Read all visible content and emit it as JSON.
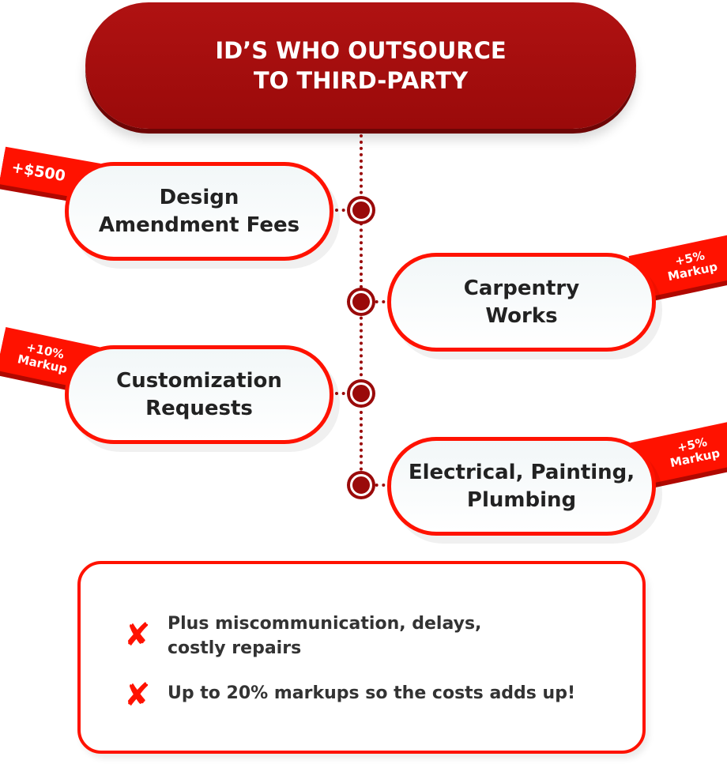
{
  "header": {
    "line1": "ID’S WHO OUTSOURCE",
    "line2": "TO THIRD-PARTY"
  },
  "items": [
    {
      "line1": "Design",
      "line2": "Amendment Fees",
      "tag1": "+$500",
      "tag2": ""
    },
    {
      "line1": "Carpentry",
      "line2": "Works",
      "tag1": "+5%",
      "tag2": "Markup"
    },
    {
      "line1": "Customization",
      "line2": "Requests",
      "tag1": "+10%",
      "tag2": "Markup"
    },
    {
      "line1": "Electrical, Painting,",
      "line2": "Plumbing",
      "tag1": "+5%",
      "tag2": "Markup"
    }
  ],
  "notes": [
    {
      "line1": "Plus miscommunication, delays,",
      "line2": "costly repairs",
      "icon": "x-mark-icon"
    },
    {
      "line1": "Up to 20% markups so the costs adds up!",
      "icon": "x-mark-icon"
    }
  ],
  "colors": {
    "accent": "#ff1200",
    "dark_red": "#9a0a0a"
  }
}
